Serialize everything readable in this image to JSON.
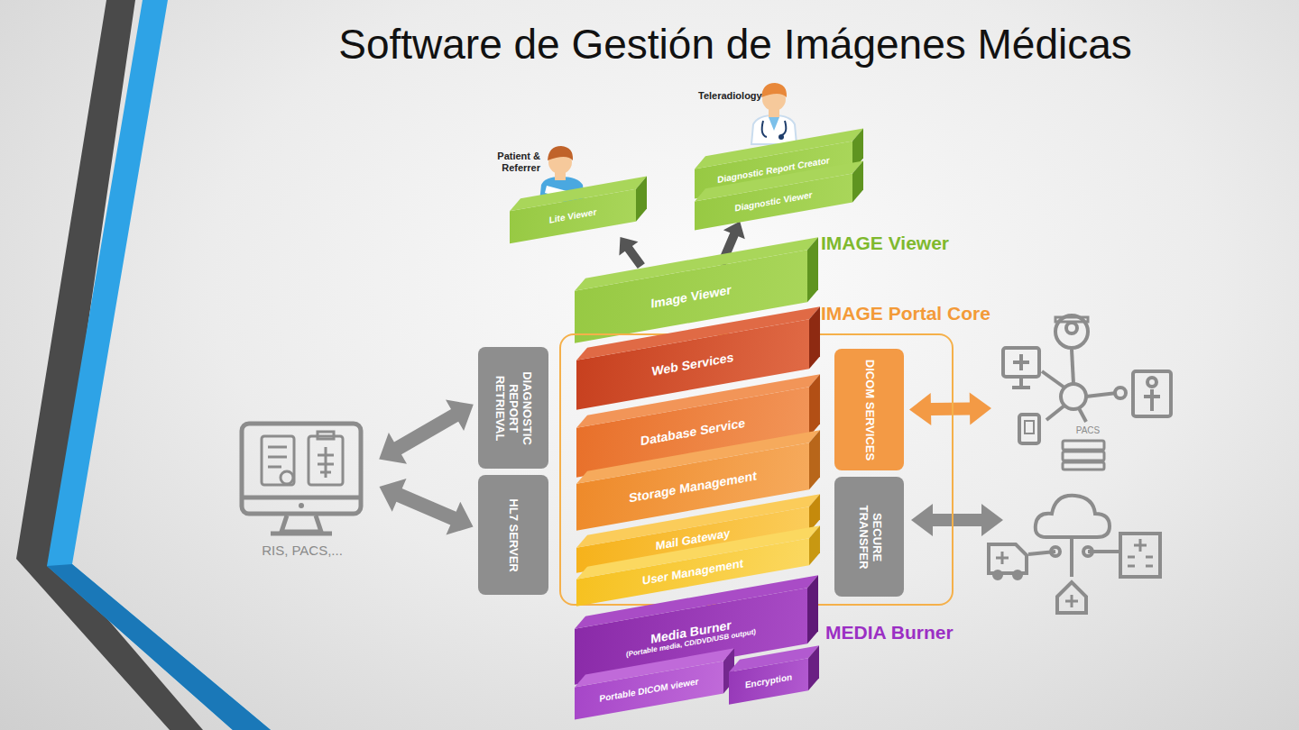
{
  "diagram": {
    "title": "Software de Gestión de Imágenes Médicas",
    "nodes": [
      {
        "text": [
          "Patient & Referrer",
          "Lite Viewer"
        ]
      },
      {
        "text": [
          "Teleradiology",
          "Diagnostic Report Creator"
        ]
      },
      {
        "text": [
          "Diagnostic Viewer"
        ]
      },
      {
        "text": [
          "Image Viewer"
        ]
      },
      {
        "text": [
          "IMAGE Portal Core"
        ]
      },
      {
        "text": [
          "Web Services"
        ],
        "in": 4
      },
      {
        "text": [
          "Database Service"
        ],
        "in": 4
      },
      {
        "text": [
          "Storage Management"
        ],
        "in": 4
      },
      {
        "text": [
          "Mail Gateway"
        ],
        "in": 4
      },
      {
        "text": [
          "User Management"
        ],
        "in": 4
      },
      {
        "text": [
          "DICOM SERVICES"
        ],
        "in": 4
      },
      {
        "text": [
          "SECURE TRANSFER"
        ],
        "in": 4
      },
      {
        "text": [
          "DIAGNOSTIC REPORT RETRIEVAL"
        ]
      },
      {
        "text": [
          "HL7 SERVER"
        ]
      },
      {
        "text": [
          "Media Burner",
          "(Portable media, CD/DVD/USB output)"
        ]
      },
      {
        "text": [
          "Portable DICOM viewer"
        ]
      },
      {
        "text": [
          "Encryption"
        ]
      },
      {
        "text": [
          "RIS, PACS,..."
        ]
      },
      {
        "text": [
          "PACS"
        ]
      }
    ],
    "edges": [
      {
        "from": 3,
        "to": 0,
        "arrow": "to"
      },
      {
        "from": 3,
        "to": 2,
        "arrow": "to"
      },
      {
        "from": 17,
        "to": 12,
        "arrow": "both"
      },
      {
        "from": 17,
        "to": 13,
        "arrow": "both"
      },
      {
        "from": 10,
        "to": 18,
        "arrow": "both"
      }
    ],
    "labels": [
      "IMAGE Viewer",
      "MEDIA Burner"
    ]
  }
}
